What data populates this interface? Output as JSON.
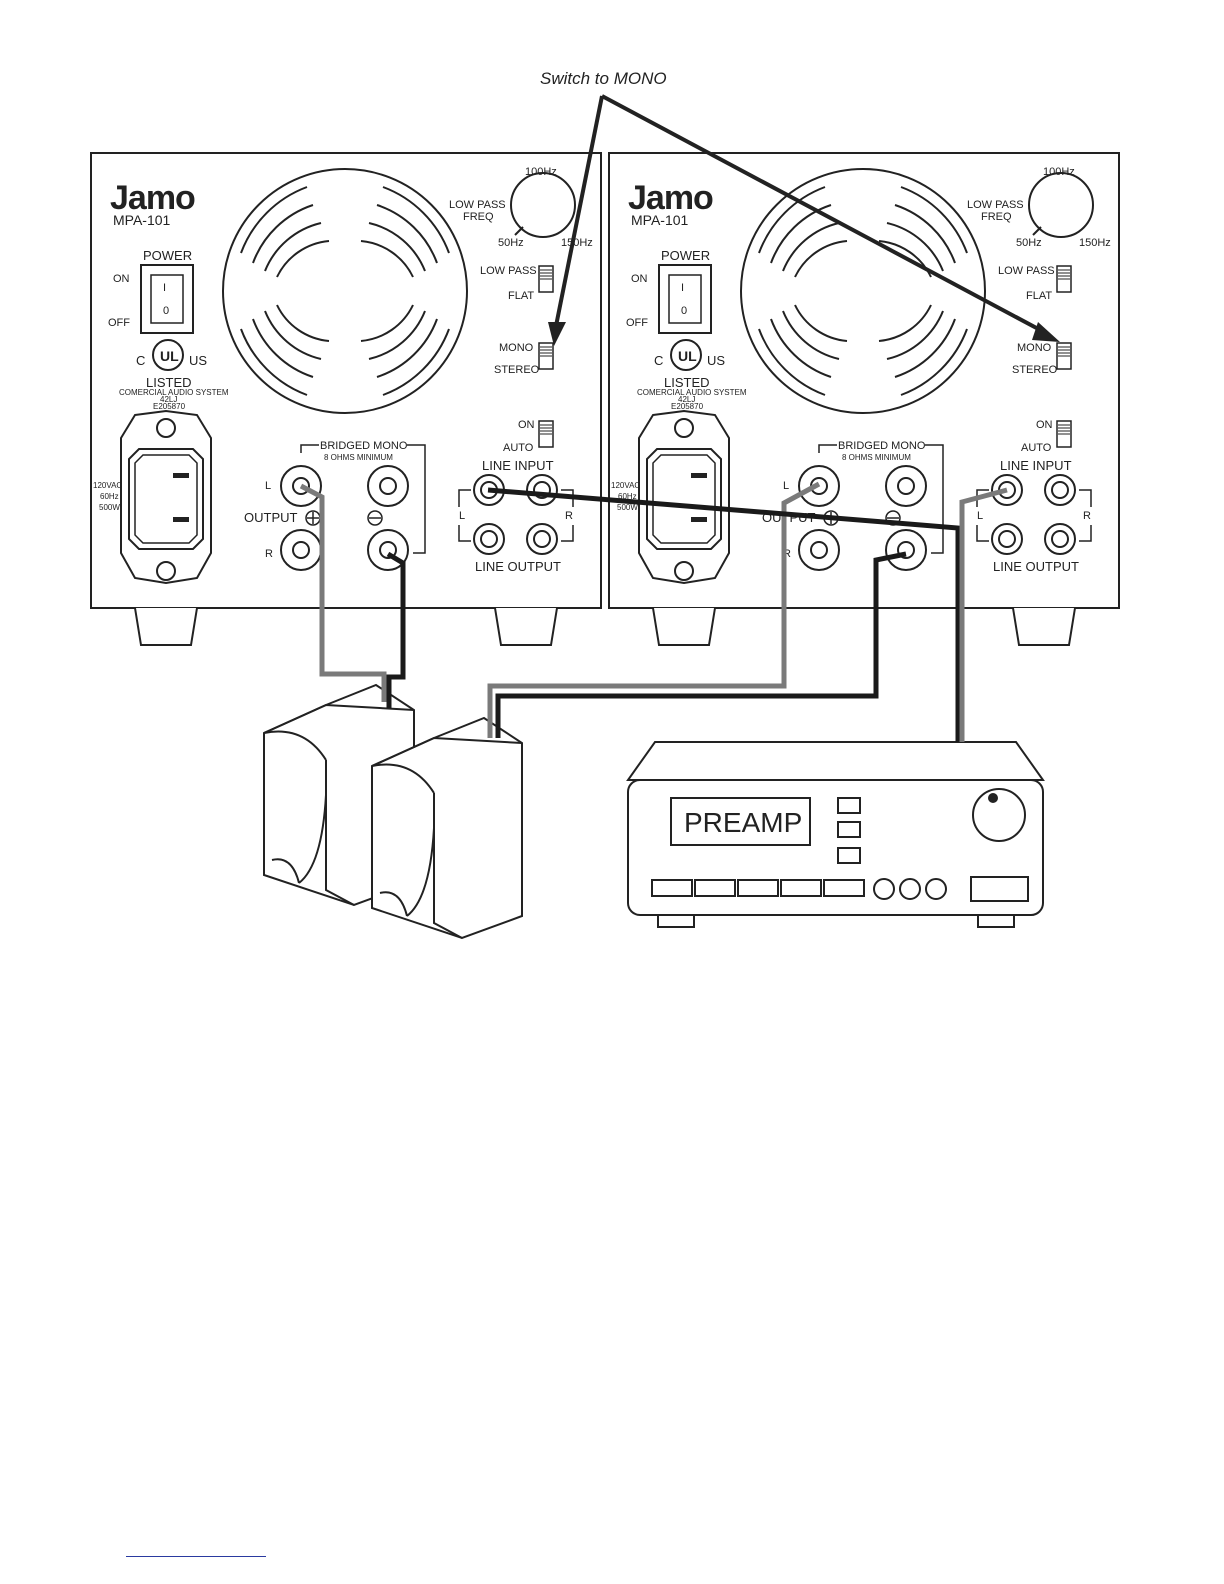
{
  "callout": "Switch to MONO",
  "amplifier": {
    "brand": "Jamo",
    "model": "MPA-101",
    "power_label": "POWER",
    "on_label": "ON",
    "off_label": "OFF",
    "switch_i": "I",
    "switch_o": "0",
    "ul_c": "C",
    "ul_us": "US",
    "ul_listed": "LISTED",
    "ul_line1": "COMERCIAL AUDIO SYSTEM",
    "ul_line2": "42LJ",
    "ul_line3": "E205870",
    "ac_line1": "120VAC",
    "ac_line2": "60Hz",
    "ac_line3": "500W",
    "knob_top": "100Hz",
    "knob_left": "50Hz",
    "knob_right": "150Hz",
    "lowpass_freq_1": "LOW PASS",
    "lowpass_freq_2": "FREQ",
    "lowpass_label": "LOW PASS",
    "flat_label": "FLAT",
    "mono_label": "MONO",
    "stereo_label": "STEREO",
    "on2_label": "ON",
    "auto_label": "AUTO",
    "bridged_label": "BRIDGED MONO",
    "ohms_label": "8 OHMS MINIMUM",
    "output_label": "OUTPUT",
    "l_label": "L",
    "r_label": "R",
    "line_input": "LINE INPUT",
    "line_output": "LINE OUTPUT"
  },
  "preamp": {
    "label": "PREAMP"
  },
  "colors": {
    "cable_black": "#1a1a1a",
    "cable_gray": "#7a7a7a",
    "line": "#222222"
  }
}
